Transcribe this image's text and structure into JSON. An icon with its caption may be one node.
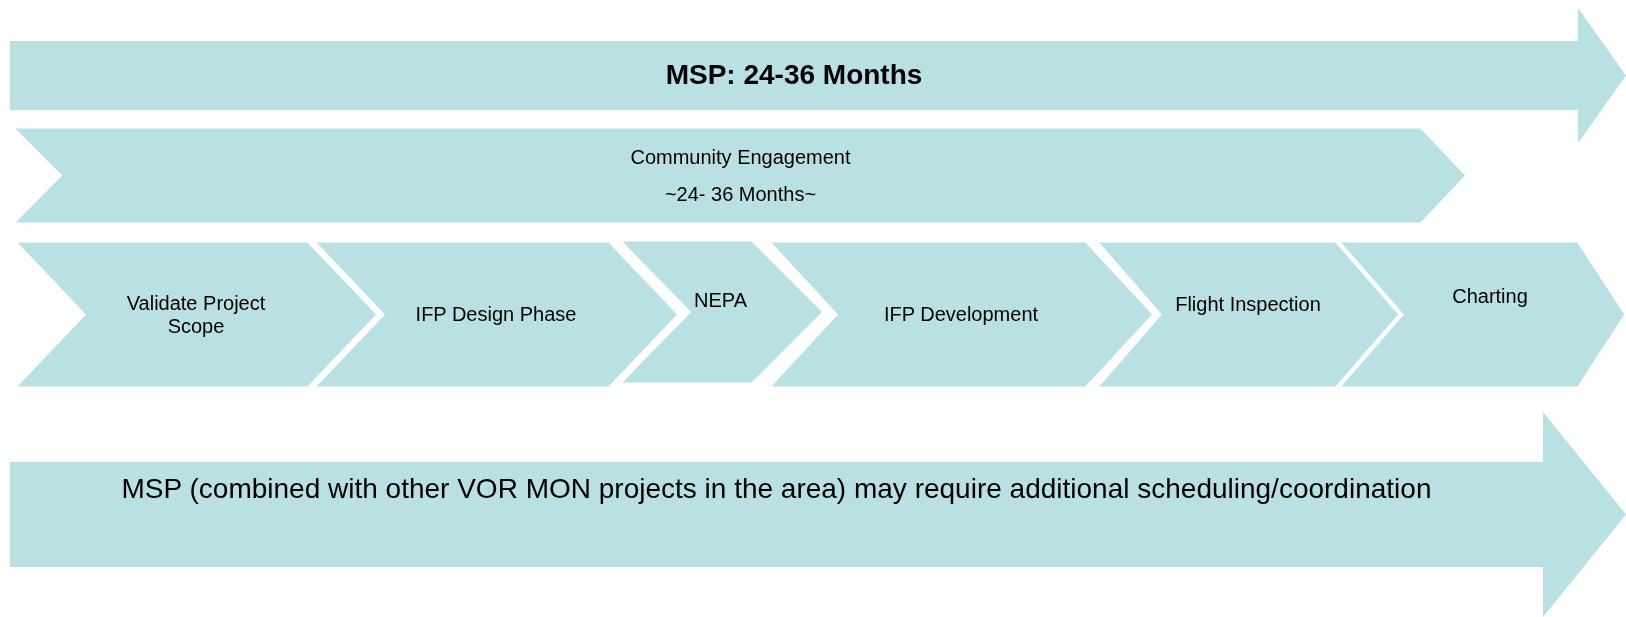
{
  "diagram": {
    "nodes": [
      {
        "text": [
          "MSP: 24-36 Months"
        ]
      },
      {
        "text": [
          "Community Engagement",
          "~24- 36 Months~"
        ]
      },
      {
        "text": [
          "Validate Project Scope"
        ]
      },
      {
        "text": [
          "IFP Design Phase"
        ]
      },
      {
        "text": [
          "NEPA"
        ]
      },
      {
        "text": [
          "IFP Development"
        ]
      },
      {
        "text": [
          "Flight Inspection"
        ]
      },
      {
        "text": [
          "Charting"
        ]
      },
      {
        "text": [
          "MSP (combined with other VOR MON projects in the area) may require additional scheduling/coordination"
        ]
      }
    ]
  }
}
